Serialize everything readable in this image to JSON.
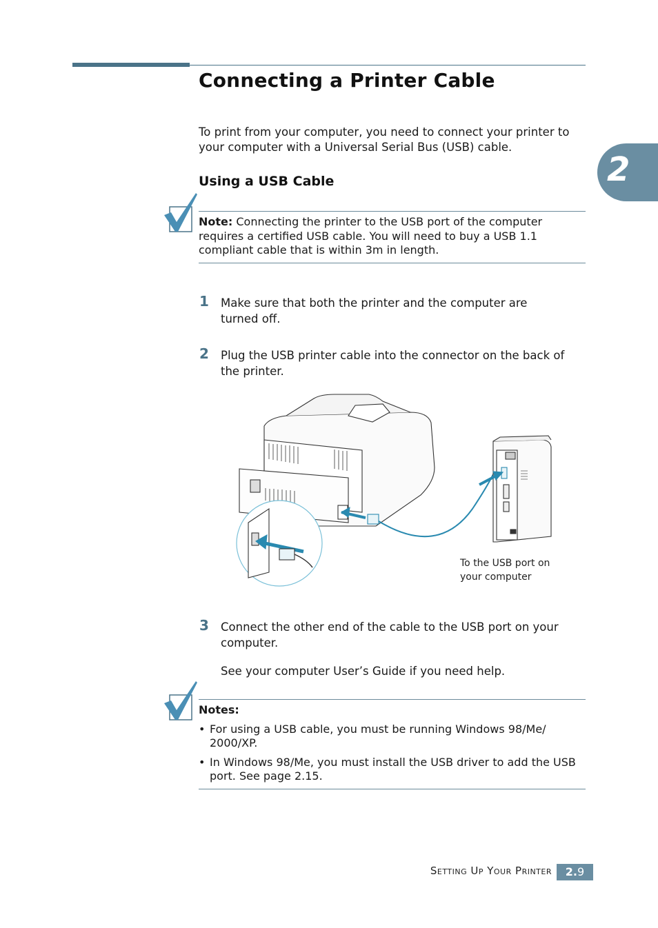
{
  "heading": {
    "title": "Connecting a Printer Cable"
  },
  "intro": "To print from your computer, you need to connect your printer to your computer with a Universal Serial Bus (USB) cable.",
  "section": {
    "subtitle": "Using a USB Cable"
  },
  "note1": {
    "label": "Note:",
    "text": " Connecting the printer to the USB port of the computer requires a certified USB cable. You will need to buy a USB 1.1 compliant cable that is within 3m in length."
  },
  "steps": [
    {
      "num": "1",
      "text": "Make sure that both the printer and the computer are turned off."
    },
    {
      "num": "2",
      "text": "Plug the USB printer cable into the connector on the back of the printer."
    },
    {
      "num": "3",
      "text": "Connect the other end of the cable to the USB port on your computer."
    }
  ],
  "step3_extra": "See your computer User’s Guide if you need help.",
  "figure": {
    "caption": "To the USB port on your computer"
  },
  "notes2": {
    "title": "Notes:",
    "items": [
      "For using a USB cable, you must be running Windows 98/Me/ 2000/XP.",
      "In Windows 98/Me, you must install the USB driver to add the USB port. See page 2.15."
    ],
    "bullet": "•"
  },
  "chapter_tab": "2",
  "footer": {
    "section": "Setting Up Your Printer",
    "chapter": "2.",
    "page": "9"
  },
  "colors": {
    "accent": "#4a7388",
    "tab": "#6a8ea2",
    "illustration_blue": "#2a8ab0"
  }
}
